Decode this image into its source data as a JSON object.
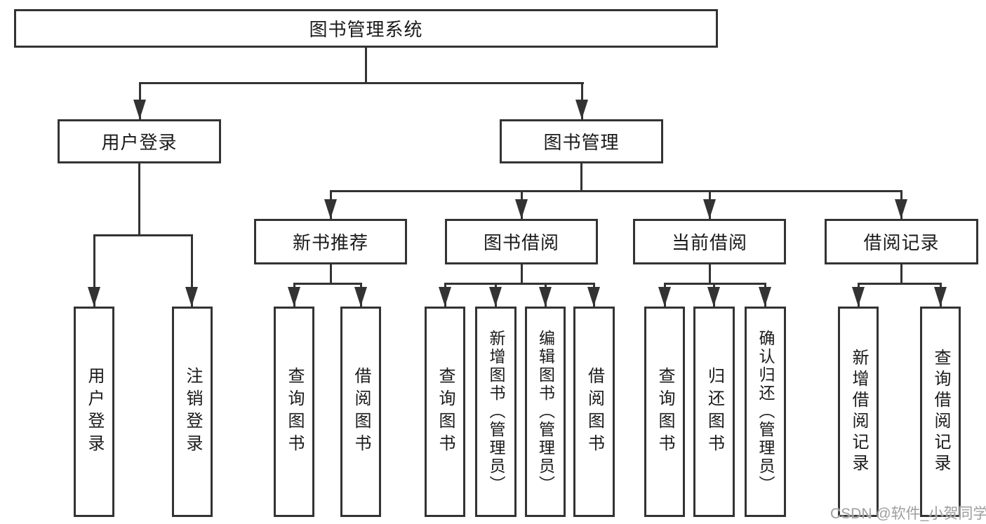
{
  "diagram": {
    "title": "图书管理系统",
    "colors": {
      "line": "#333333",
      "text": "#1a1a1a",
      "background": "#ffffff",
      "watermark": "#9e9e9e"
    },
    "nodes": {
      "root": {
        "label": "图书管理系统"
      },
      "user_login": {
        "label": "用户登录"
      },
      "book_mgmt": {
        "label": "图书管理"
      },
      "new_book_rec": {
        "label": "新书推荐"
      },
      "book_borrow": {
        "label": "图书借阅"
      },
      "current_borrow": {
        "label": "当前借阅"
      },
      "borrow_records": {
        "label": "借阅记录"
      }
    },
    "leaves": {
      "user_login_op": {
        "label": "用户登录",
        "parent": "用户登录"
      },
      "logout_op": {
        "label": "注销登录",
        "parent": "用户登录"
      },
      "query_books_rec": {
        "label": "查询图书",
        "parent": "新书推荐"
      },
      "borrow_books_rec": {
        "label": "借阅图书",
        "parent": "新书推荐"
      },
      "query_books_borrow": {
        "label": "查询图书",
        "parent": "图书借阅"
      },
      "add_books_admin": {
        "label": "新增图书（管理员）",
        "parent": "图书借阅"
      },
      "edit_books_admin": {
        "label": "编辑图书（管理员）",
        "parent": "图书借阅"
      },
      "borrow_books_op": {
        "label": "借阅图书",
        "parent": "图书借阅"
      },
      "query_books_current": {
        "label": "查询图书",
        "parent": "当前借阅"
      },
      "return_books": {
        "label": "归还图书",
        "parent": "当前借阅"
      },
      "confirm_return_admin": {
        "label": "确认归还（管理员）",
        "parent": "当前借阅"
      },
      "add_borrow_record": {
        "label": "新增借阅记录",
        "parent": "借阅记录"
      },
      "query_borrow_record": {
        "label": "查询借阅记录",
        "parent": "借阅记录"
      }
    }
  },
  "watermark": {
    "text": "CSDN @软件_小贺同学"
  }
}
